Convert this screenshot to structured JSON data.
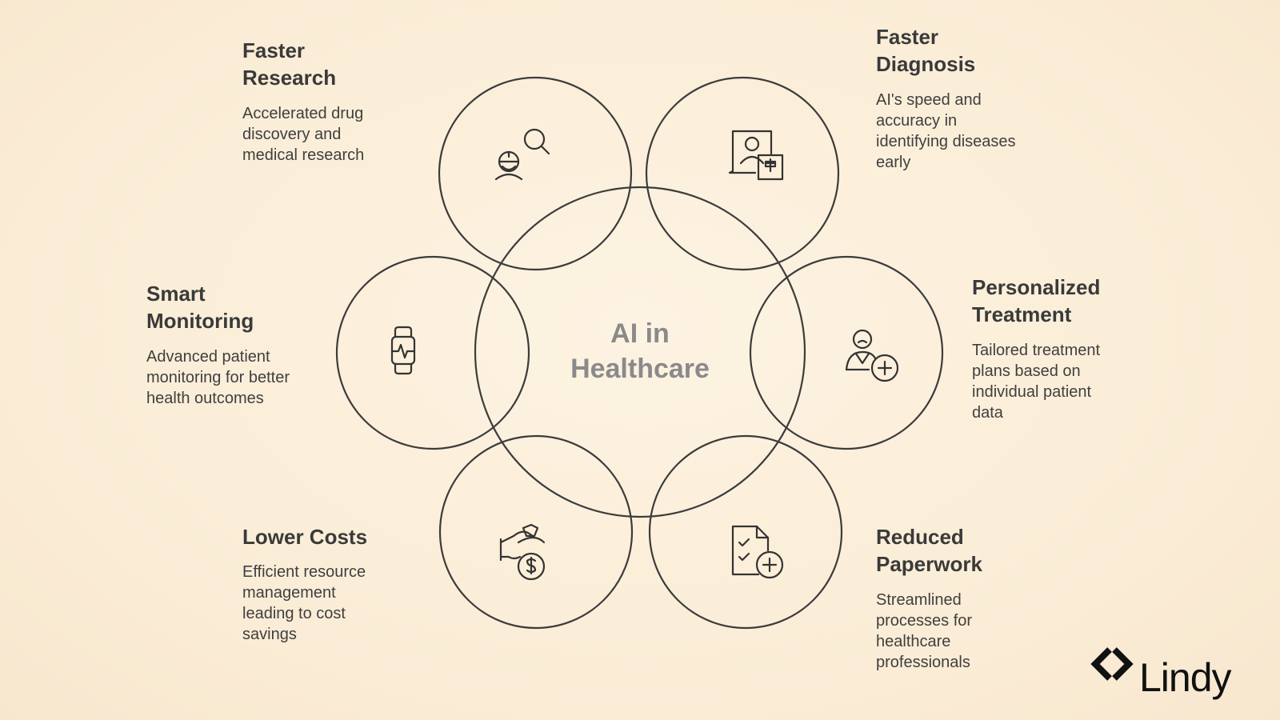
{
  "center": {
    "line1": "AI in",
    "line2": "Healthcare"
  },
  "items": [
    {
      "id": "faster-research",
      "title_lines": [
        "Faster",
        "Research"
      ],
      "desc_lines": [
        "Accelerated drug",
        "discovery and",
        "medical research"
      ],
      "icon": "researcher-search-icon"
    },
    {
      "id": "faster-diagnosis",
      "title_lines": [
        "Faster",
        "Diagnosis"
      ],
      "desc_lines": [
        "AI's speed and",
        "accuracy in",
        "identifying diseases",
        "early"
      ],
      "icon": "medical-profile-icon"
    },
    {
      "id": "personalized-treatment",
      "title_lines": [
        "Personalized",
        "Treatment"
      ],
      "desc_lines": [
        "Tailored treatment",
        "plans based on",
        "individual patient",
        "data"
      ],
      "icon": "doctor-plus-icon"
    },
    {
      "id": "reduced-paperwork",
      "title_lines": [
        "Reduced",
        "Paperwork"
      ],
      "desc_lines": [
        "Streamlined",
        "processes for",
        "healthcare",
        "professionals"
      ],
      "icon": "checklist-plus-icon"
    },
    {
      "id": "lower-costs",
      "title_lines": [
        "Lower Costs"
      ],
      "desc_lines": [
        "Efficient resource",
        "management",
        "leading to cost",
        "savings"
      ],
      "icon": "money-bag-hand-icon"
    },
    {
      "id": "smart-monitoring",
      "title_lines": [
        "Smart",
        "Monitoring"
      ],
      "desc_lines": [
        "Advanced patient",
        "monitoring for better",
        "health outcomes"
      ],
      "icon": "smartwatch-icon"
    }
  ],
  "brand": {
    "name": "Lindy",
    "icon": "lindy-logo-icon"
  },
  "colors": {
    "stroke": "#3c3c3c",
    "center_text": "#8a8a8a",
    "background": "#fbeed8"
  }
}
